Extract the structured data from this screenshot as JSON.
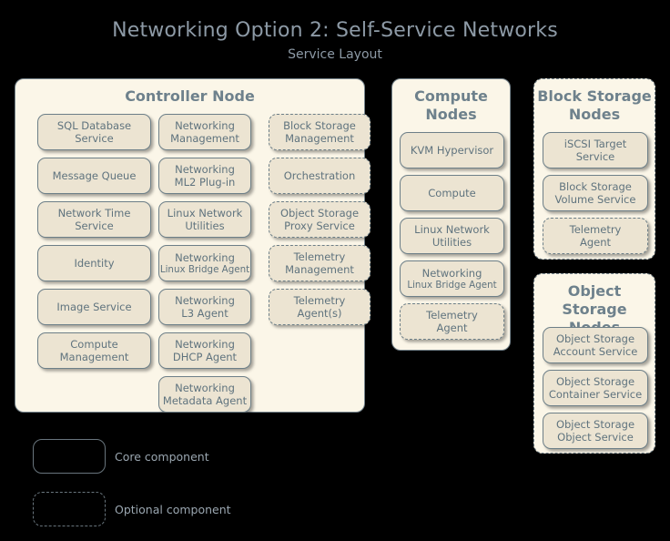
{
  "header": {
    "title": "Networking Option 2: Self-Service Networks",
    "subtitle": "Service Layout"
  },
  "colors": {
    "background": "#000000",
    "panel_fill": "#fbf6e8",
    "box_fill": "#ece4d2",
    "border": "#6d7f88",
    "text": "#5f737e",
    "title_text": "#8d9aa6"
  },
  "panels": [
    {
      "id": "controller",
      "title": "Controller Node",
      "optional": false,
      "columns": [
        {
          "services": [
            {
              "lines": [
                "SQL Database",
                "Service"
              ],
              "optional": false
            },
            {
              "lines": [
                "Message Queue"
              ],
              "optional": false
            },
            {
              "lines": [
                "Network Time",
                "Service"
              ],
              "optional": false
            },
            {
              "lines": [
                "Identity"
              ],
              "optional": false
            },
            {
              "lines": [
                "Image Service"
              ],
              "optional": false
            },
            {
              "lines": [
                "Compute",
                "Management"
              ],
              "optional": false
            }
          ]
        },
        {
          "services": [
            {
              "lines": [
                "Networking",
                "Management"
              ],
              "optional": false
            },
            {
              "lines": [
                "Networking",
                "ML2 Plug-in"
              ],
              "optional": false
            },
            {
              "lines": [
                "Linux Network",
                "Utilities"
              ],
              "optional": false
            },
            {
              "lines": [
                "Networking",
                "Linux Bridge Agent"
              ],
              "optional": false,
              "small_second": true
            },
            {
              "lines": [
                "Networking",
                "L3 Agent"
              ],
              "optional": false
            },
            {
              "lines": [
                "Networking",
                "DHCP Agent"
              ],
              "optional": false
            },
            {
              "lines": [
                "Networking",
                "Metadata Agent"
              ],
              "optional": false
            }
          ]
        },
        {
          "services": [
            {
              "lines": [
                "Block Storage",
                "Management"
              ],
              "optional": true
            },
            {
              "lines": [
                "Orchestration"
              ],
              "optional": true
            },
            {
              "lines": [
                "Object Storage",
                "Proxy Service"
              ],
              "optional": true
            },
            {
              "lines": [
                "Telemetry",
                "Management"
              ],
              "optional": true
            },
            {
              "lines": [
                "Telemetry",
                "Agent(s)"
              ],
              "optional": true
            }
          ]
        }
      ]
    },
    {
      "id": "compute",
      "title": "Compute Nodes",
      "optional": false,
      "columns": [
        {
          "services": [
            {
              "lines": [
                "KVM Hypervisor"
              ],
              "optional": false
            },
            {
              "lines": [
                "Compute"
              ],
              "optional": false
            },
            {
              "lines": [
                "Linux Network",
                "Utilities"
              ],
              "optional": false
            },
            {
              "lines": [
                "Networking",
                "Linux Bridge Agent"
              ],
              "optional": false,
              "small_second": true
            },
            {
              "lines": [
                "Telemetry",
                "Agent"
              ],
              "optional": true
            }
          ]
        }
      ]
    },
    {
      "id": "blockstorage",
      "title": "Block Storage Nodes",
      "optional": true,
      "columns": [
        {
          "services": [
            {
              "lines": [
                "iSCSI Target",
                "Service"
              ],
              "optional": false
            },
            {
              "lines": [
                "Block Storage",
                "Volume Service"
              ],
              "optional": false
            },
            {
              "lines": [
                "Telemetry",
                "Agent"
              ],
              "optional": true
            }
          ]
        }
      ]
    },
    {
      "id": "objectstorage",
      "title": "Object Storage Nodes",
      "optional": true,
      "columns": [
        {
          "services": [
            {
              "lines": [
                "Object Storage",
                "Account Service"
              ],
              "optional": false
            },
            {
              "lines": [
                "Object Storage",
                "Container Service"
              ],
              "optional": false
            },
            {
              "lines": [
                "Object Storage",
                "Object Service"
              ],
              "optional": false
            }
          ]
        }
      ]
    }
  ],
  "legend": {
    "items": [
      {
        "label": "Core component",
        "optional": false
      },
      {
        "label": "Optional component",
        "optional": true
      }
    ]
  }
}
